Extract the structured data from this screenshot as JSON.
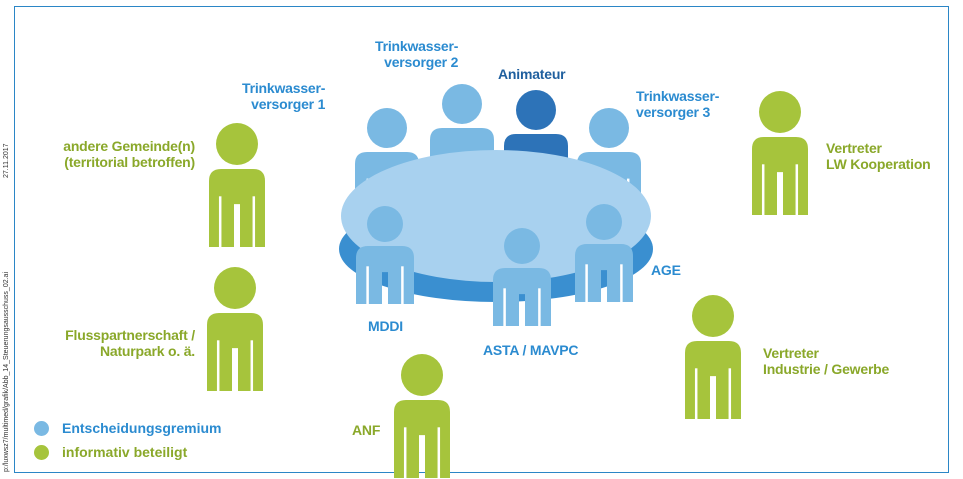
{
  "meta": {
    "file_path": "p:/luxwsz7/multimed/grafik/Abb_14_Steuerungsausschuss_02.ai",
    "date": "27.11.2017"
  },
  "colors": {
    "decision_body": "#7ab9e3",
    "decision_dark": "#2d73b8",
    "informative": "#a6c43c",
    "table_top": "#a8d1ef",
    "table_edge": "#3a8fd0",
    "frame": "#2b86c6"
  },
  "labels": {
    "trinkwasser1": [
      "Trinkwasser-",
      "versorger 1"
    ],
    "trinkwasser2": [
      "Trinkwasser-",
      "versorger 2"
    ],
    "animateur": "Animateur",
    "trinkwasser3": [
      "Trinkwasser-",
      "versorger 3"
    ],
    "andere_gemeinde": [
      "andere Gemeinde(n)",
      "(territorial betroffen)"
    ],
    "lw_kooperation": [
      "Vertreter",
      "LW Kooperation"
    ],
    "flusspartnerschaft": [
      "Flusspartnerschaft /",
      "Naturpark o. ä."
    ],
    "mddi": "MDDI",
    "asta": "ASTA / MAVPC",
    "age": "AGE",
    "industrie": [
      "Vertreter",
      "Industrie / Gewerbe"
    ],
    "anf": "ANF"
  },
  "legend": [
    {
      "label": "Entscheidungsgremium",
      "color": "#7ab9e3",
      "text_color": "#2b8bd0"
    },
    {
      "label": "informativ beteiligt",
      "color": "#a6c43c",
      "text_color": "#8aa82a"
    }
  ],
  "people": [
    {
      "name": "person-trinkwasserversorger-1",
      "group": "decision",
      "color": "#7ab9e3"
    },
    {
      "name": "person-trinkwasserversorger-2",
      "group": "decision",
      "color": "#7ab9e3"
    },
    {
      "name": "person-animateur",
      "group": "decision",
      "color": "#2d73b8"
    },
    {
      "name": "person-trinkwasserversorger-3",
      "group": "decision",
      "color": "#7ab9e3"
    },
    {
      "name": "person-mddi",
      "group": "decision",
      "color": "#7ab9e3"
    },
    {
      "name": "person-asta-mavpc",
      "group": "decision",
      "color": "#7ab9e3"
    },
    {
      "name": "person-age",
      "group": "decision",
      "color": "#7ab9e3"
    },
    {
      "name": "person-andere-gemeinde",
      "group": "informative",
      "color": "#a6c43c"
    },
    {
      "name": "person-lw-kooperation",
      "group": "informative",
      "color": "#a6c43c"
    },
    {
      "name": "person-flusspartnerschaft",
      "group": "informative",
      "color": "#a6c43c"
    },
    {
      "name": "person-industrie",
      "group": "informative",
      "color": "#a6c43c"
    },
    {
      "name": "person-anf",
      "group": "informative",
      "color": "#a6c43c"
    }
  ]
}
